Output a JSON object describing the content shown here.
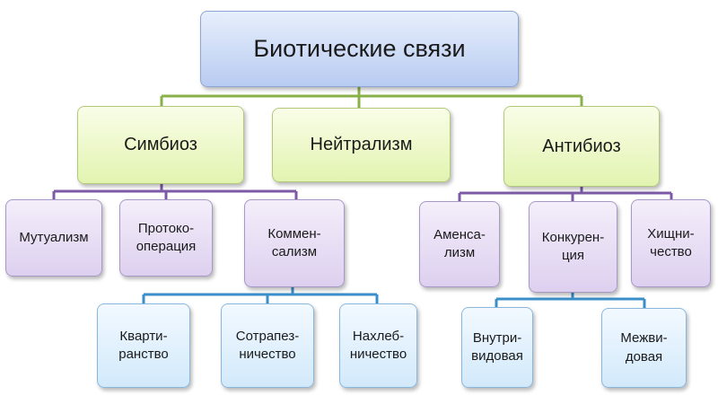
{
  "diagram": {
    "root": "Биотические связи",
    "groups": {
      "symbiosis": {
        "label": "Симбиоз",
        "children": {
          "mutualism": "Мутуализм",
          "protocooperation": "Протоко-\nоперация",
          "commensalism": {
            "label": "Коммен-\nсализм",
            "children": {
              "quartering": "Кварти-\nранство",
              "cohabiting": "Сотрапез-\nничество",
              "freeloading": "Нахлеб-\nничество"
            }
          }
        }
      },
      "neutralism": {
        "label": "Нейтрализм"
      },
      "antibiosis": {
        "label": "Антибиоз",
        "children": {
          "amensalism": "Аменса-\nлизм",
          "competition": {
            "label": "Конкурен-\nция",
            "children": {
              "intraspecific": "Внутри-\nвидовая",
              "interspecific": "Межви-\nдовая"
            }
          },
          "predation": "Хищни-\nчество"
        }
      }
    }
  },
  "colors": {
    "root_connector": "#8ab04a",
    "symbiosis_connector": "#7c5aa6",
    "antibiosis_connector": "#7c5aa6",
    "commensalism_connector": "#3b8fc8",
    "competition_connector": "#3b8fc8"
  }
}
